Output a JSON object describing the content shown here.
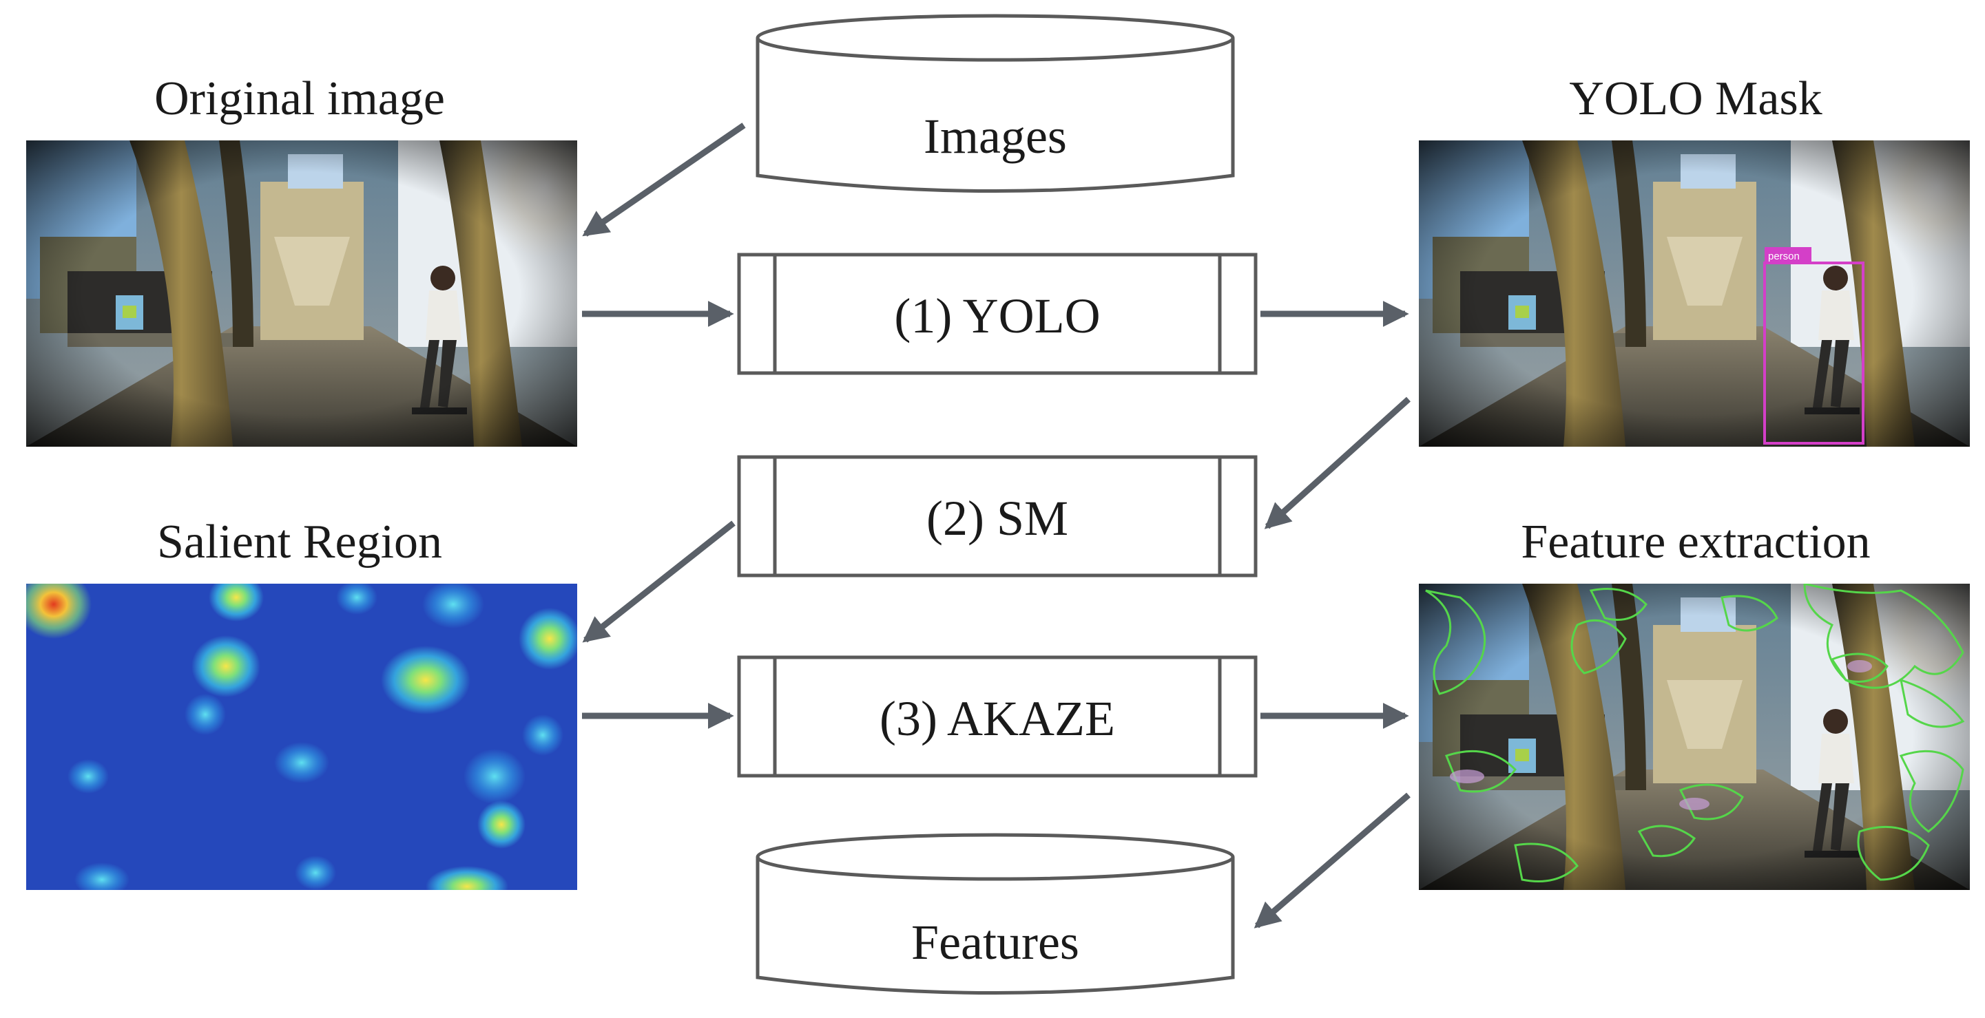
{
  "captions": {
    "original_image": "Original image",
    "yolo_mask": "YOLO Mask",
    "salient_region": "Salient Region",
    "feature_extraction": "Feature extraction"
  },
  "databases": {
    "images": "Images",
    "features": "Features"
  },
  "processes": {
    "yolo": "(1) YOLO",
    "sm": "(2) SM",
    "akaze": "(3) AKAZE"
  },
  "detection_label": "person",
  "colors": {
    "arrow": "#5a6068",
    "box_stroke": "#5a5a5a",
    "detection_box": "#d43fc8",
    "feature_contour": "#55d64a",
    "heatmap_base": "#2a4fc4"
  }
}
